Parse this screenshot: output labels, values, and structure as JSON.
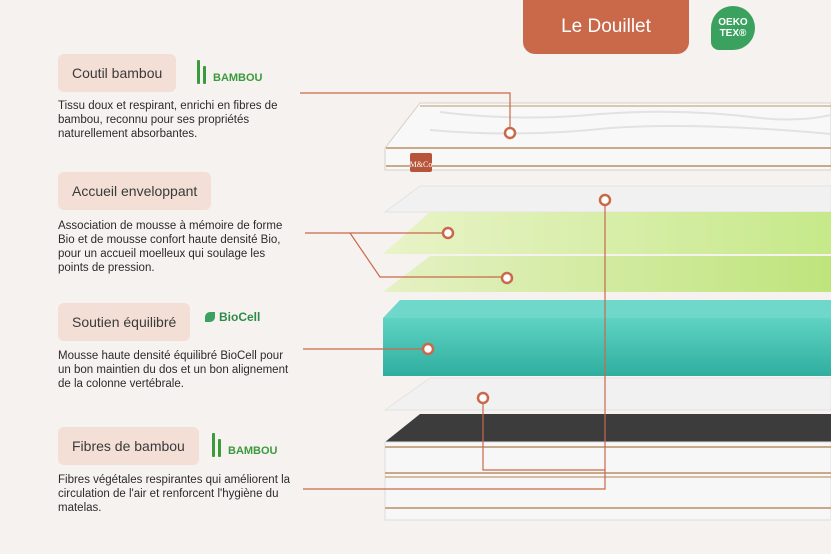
{
  "header": {
    "title": "Le Douillet"
  },
  "certification": {
    "line1": "OEKO",
    "line2": "TEX®"
  },
  "layers": [
    {
      "label": "Coutil bambou",
      "text": "Tissu doux et respirant, enrichi en fibres de bambou, reconnu pour ses propriétés naturellement absorbantes.",
      "brand": "BAMBOU"
    },
    {
      "label": "Accueil enveloppant",
      "text": "Association de mousse à mémoire de forme Bio et de mousse confort haute densité Bio, pour un accueil moelleux qui soulage les points de pression."
    },
    {
      "label": "Soutien équilibré",
      "text": "Mousse haute densité équilibré BioCell pour un bon maintien du dos et un bon alignement de la colonne vertébrale.",
      "brand": "BioCell"
    },
    {
      "label": "Fibres de bambou",
      "text": "Fibres végétales respirantes qui améliorent la circulation de l'air et renforcent l'hygiène du matelas.",
      "brand": "BAMBOU"
    }
  ],
  "colors": {
    "accent": "#c9694a",
    "label_bg": "#f3dfd6",
    "foam_green": "#d6ee9f",
    "foam_teal": "#43c2b5",
    "eco_green": "#3aa15e"
  },
  "tag": {
    "text": "M&Co"
  }
}
